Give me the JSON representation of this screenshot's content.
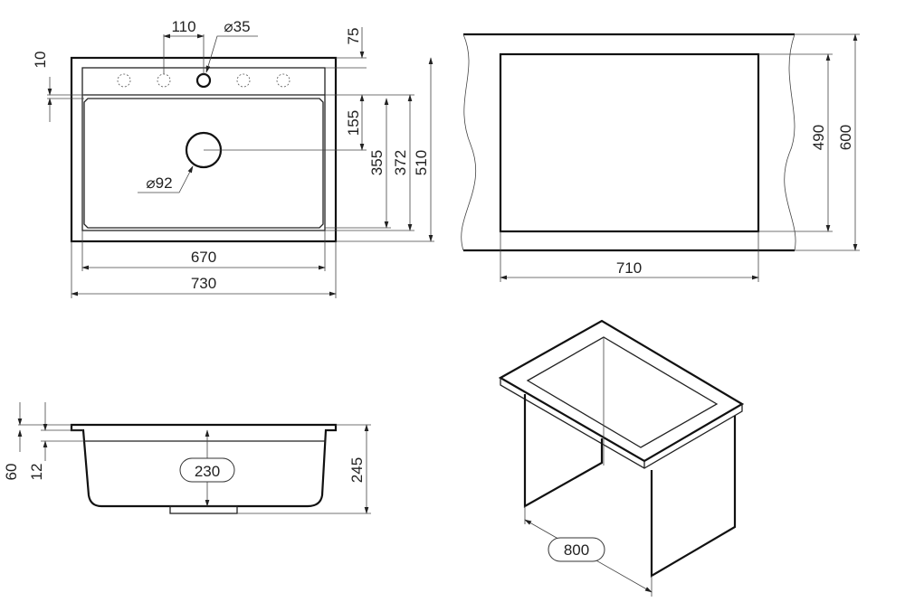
{
  "top_view": {
    "hole_spacing": "110",
    "tap_hole_diameter": "⌀35",
    "deck_width": "75",
    "rim_offset": "10",
    "drain_offset": "155",
    "bowl_length_inner": "355",
    "bowl_length": "372",
    "overall_depth": "510",
    "drain_diameter": "⌀92",
    "bowl_width": "670",
    "overall_width": "730"
  },
  "cutout_view": {
    "cutout_depth": "490",
    "cabinet_depth": "600",
    "cutout_width": "710"
  },
  "section_view": {
    "rim_height": "60",
    "rim_thickness": "12",
    "bowl_depth": "230",
    "overall_height": "245"
  },
  "cabinet_view": {
    "min_cabinet_width": "800"
  },
  "colors": {
    "line": "#111111",
    "background": "#ffffff"
  }
}
